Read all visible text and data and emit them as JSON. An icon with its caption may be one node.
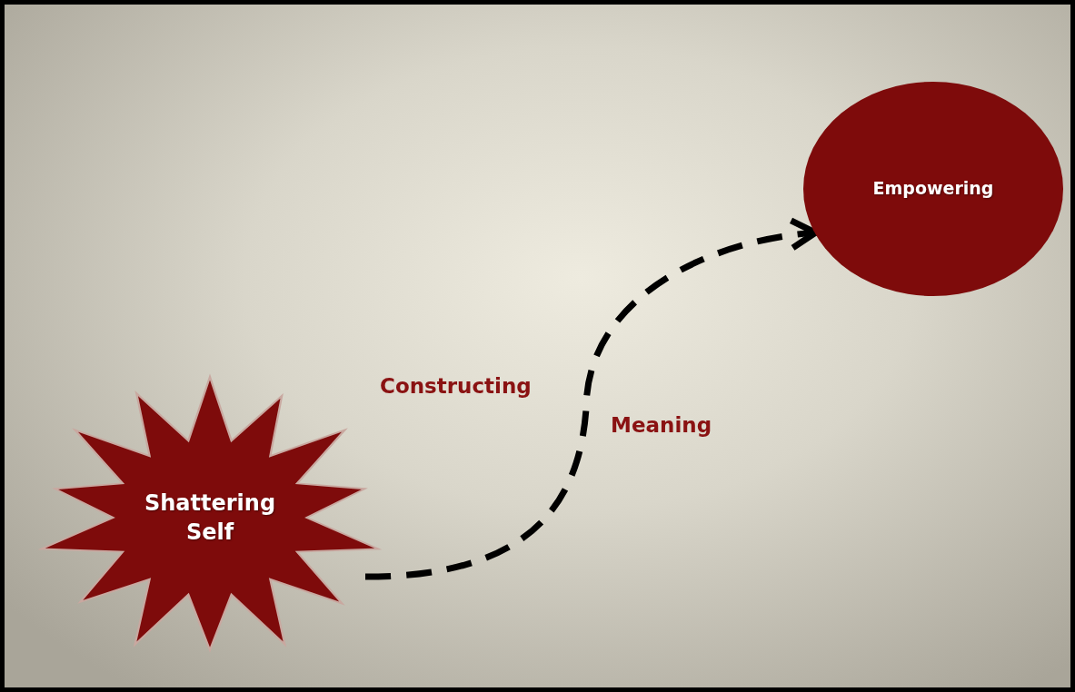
{
  "diagram": {
    "nodes": [
      {
        "text": [
          "Shattering Self"
        ]
      },
      {
        "text": [
          "Empowering"
        ]
      }
    ],
    "edges": [
      {
        "from": 0,
        "to": 1,
        "arrow": "to",
        "style": "dashed"
      }
    ],
    "labels": [
      "Constructing",
      "Meaning"
    ]
  }
}
